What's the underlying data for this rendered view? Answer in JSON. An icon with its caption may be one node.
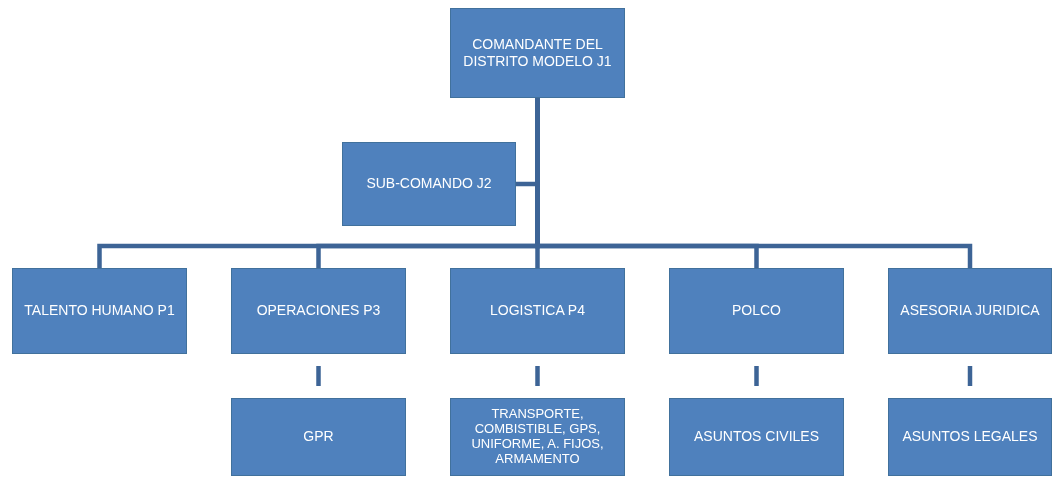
{
  "diagram": {
    "nodes": [
      {
        "text": [
          "COMANDANTE DEL DISTRITO MODELO J1"
        ]
      },
      {
        "text": [
          "SUB-COMANDO J2"
        ]
      },
      {
        "text": [
          "TALENTO HUMANO P1"
        ]
      },
      {
        "text": [
          "OPERACIONES P3"
        ]
      },
      {
        "text": [
          "LOGISTICA P4"
        ]
      },
      {
        "text": [
          "POLCO"
        ]
      },
      {
        "text": [
          "ASESORIA JURIDICA"
        ]
      },
      {
        "text": [
          "GPR"
        ]
      },
      {
        "text": [
          "TRANSPORTE, COMBISTIBLE, GPS, UNIFORME, A. FIJOS, ARMAMENTO"
        ]
      },
      {
        "text": [
          "ASUNTOS CIVILES"
        ]
      },
      {
        "text": [
          "ASUNTOS LEGALES"
        ]
      }
    ],
    "edges": [
      {
        "from": 0,
        "to": 1,
        "arrow": "none"
      },
      {
        "from": 0,
        "to": 2,
        "arrow": "none"
      },
      {
        "from": 0,
        "to": 3,
        "arrow": "none"
      },
      {
        "from": 0,
        "to": 4,
        "arrow": "none"
      },
      {
        "from": 0,
        "to": 5,
        "arrow": "none"
      },
      {
        "from": 0,
        "to": 6,
        "arrow": "none"
      },
      {
        "from": 3,
        "to": 7,
        "arrow": "none"
      },
      {
        "from": 4,
        "to": 8,
        "arrow": "none"
      },
      {
        "from": 5,
        "to": 9,
        "arrow": "none"
      },
      {
        "from": 6,
        "to": 10,
        "arrow": "none"
      }
    ]
  }
}
